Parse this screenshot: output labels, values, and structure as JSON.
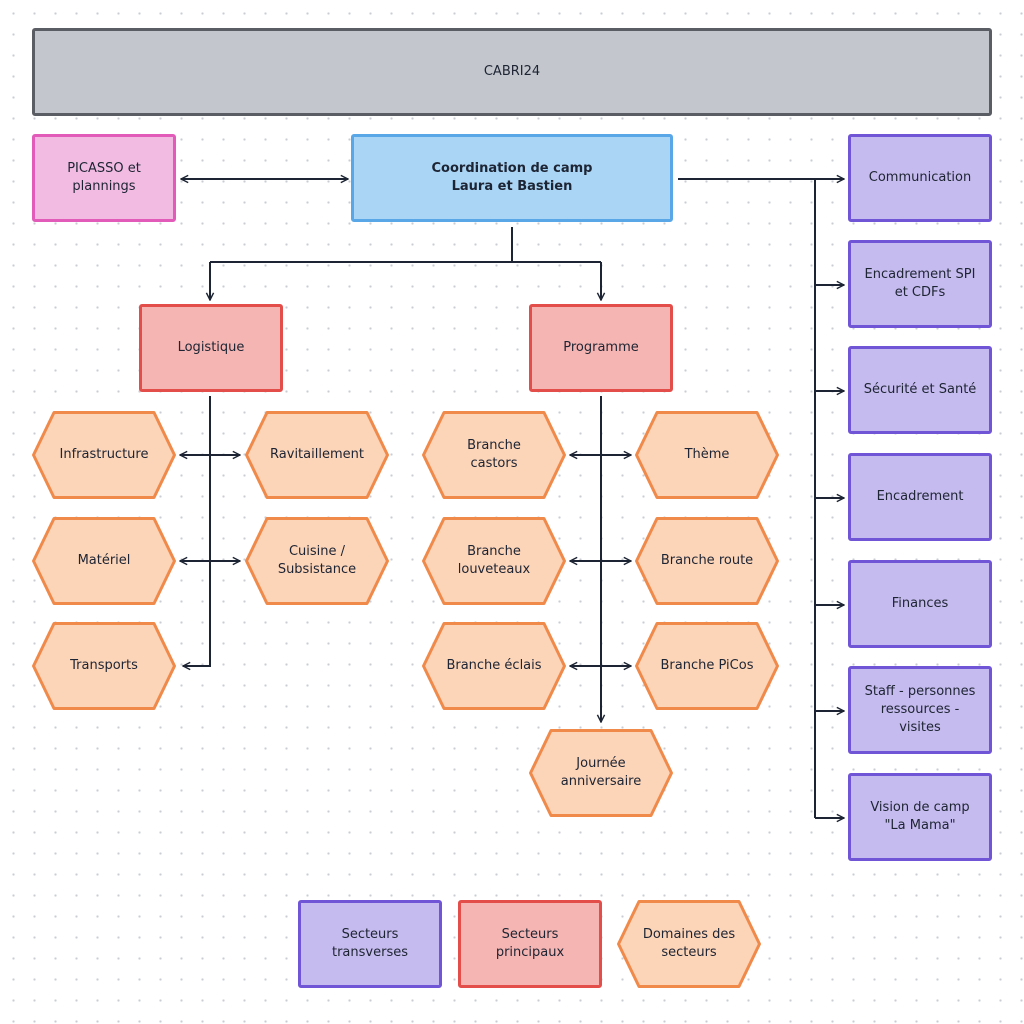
{
  "title": "CABRI24",
  "planning": "PICASSO et\nplannings",
  "coordination": "Coordination de camp\nLaura et Bastien",
  "transverse": [
    "Communication",
    "Encadrement SPI\net CDFs",
    "Sécurité et Santé",
    "Encadrement",
    "Finances",
    "Staff - personnes\nressources -\nvisites",
    "Vision de camp\n\"La Mama\""
  ],
  "logistique": {
    "label": "Logistique",
    "domains": [
      "Infrastructure",
      "Ravitaillement",
      "Matériel",
      "Cuisine /\nSubsistance",
      "Transports"
    ]
  },
  "programme": {
    "label": "Programme",
    "domains": [
      "Branche\ncastors",
      "Thème",
      "Branche\nlouveteaux",
      "Branche route",
      "Branche éclais",
      "Branche PiCos",
      "Journée\nanniversaire"
    ]
  },
  "legend": {
    "transverse": "Secteurs\ntransverses",
    "principal": "Secteurs\nprincipaux",
    "domain": "Domaines des\nsecteurs"
  },
  "colors": {
    "banner": "#c3c6cc",
    "coordination": "#aad5f5",
    "planning": "#f1bbe2",
    "transverse": "#c6bbee",
    "principal": "#f5b5b2",
    "domain": "#fcd4b8"
  }
}
